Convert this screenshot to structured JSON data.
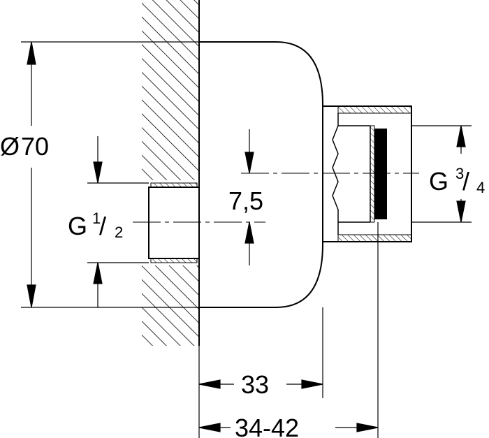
{
  "colors": {
    "line": "#000000",
    "background": "#ffffff",
    "hatch": "#000000"
  },
  "labels": {
    "diameter_symbol": "Ø",
    "diameter_value": "70",
    "offset": "7,5",
    "depth_fixed": "33",
    "depth_range": "34-42",
    "inlet_thread_prefix": "G",
    "inlet_thread_num": "1",
    "inlet_thread_den": "2",
    "outlet_thread_prefix": "G",
    "outlet_thread_num": "3",
    "outlet_thread_den": "4"
  }
}
